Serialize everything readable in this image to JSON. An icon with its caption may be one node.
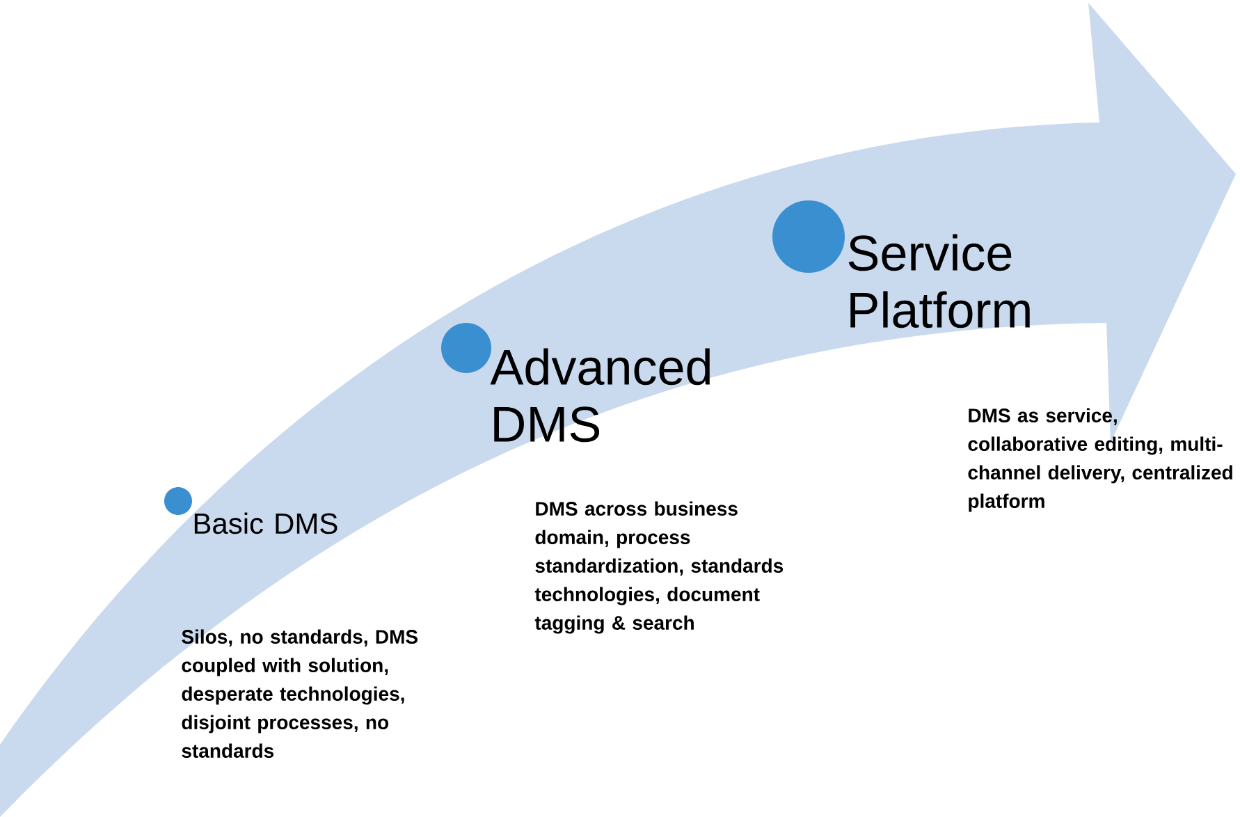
{
  "diagram": {
    "nodes": [
      {
        "text": [
          "Basic DMS",
          "Silos, no standards, DMS coupled with solution, desperate technologies, disjoint processes, no standards"
        ]
      },
      {
        "text": [
          "Advanced DMS",
          "DMS across business domain, process standardization, standards technologies, document tagging & search"
        ]
      },
      {
        "text": [
          "Service Platform",
          "DMS as service, collaborative editing, multi-channel delivery, centralized platform"
        ]
      }
    ]
  }
}
